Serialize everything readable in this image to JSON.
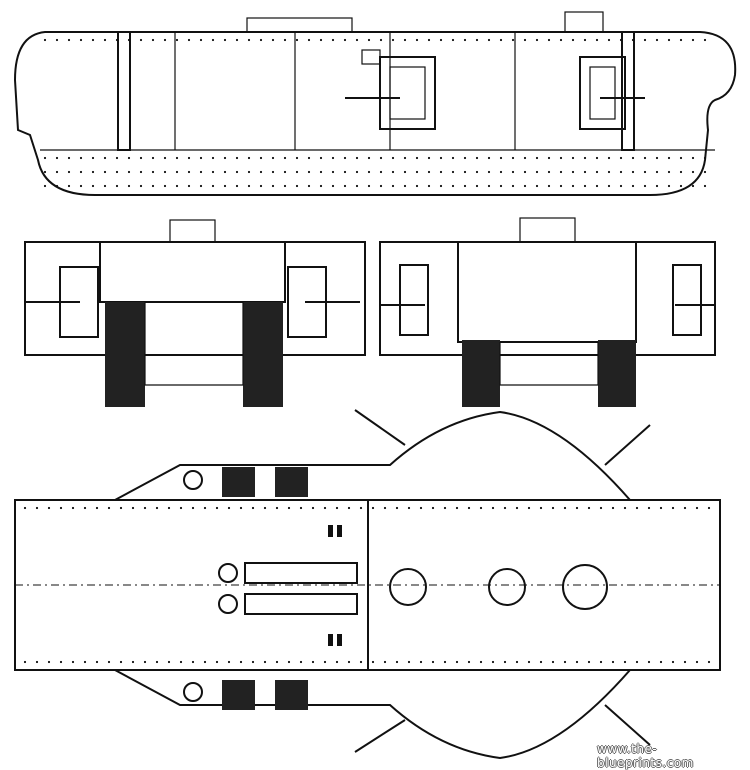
{
  "watermark": "www.the-blueprints.com",
  "views": [
    "side-view",
    "front-view",
    "rear-view",
    "top-view"
  ]
}
